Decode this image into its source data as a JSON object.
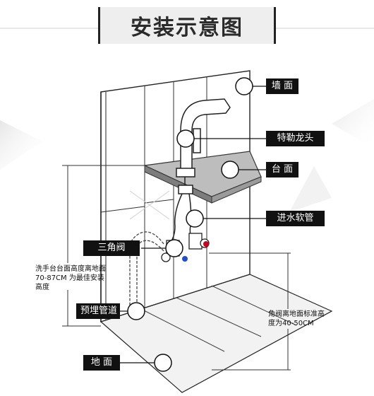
{
  "title": "安装示意图",
  "callouts": {
    "wall": "墙 面",
    "faucet": "特勒龙头",
    "counter": "台 面",
    "inlet_hose": "进水软管",
    "angle_valve": "三角阀",
    "embedded_pipe": "预埋管道",
    "floor": "地 面"
  },
  "notes": {
    "counter_height": "洗手台台面高度离地面70-87CM 为最佳安装高度",
    "valve_height": "角阀离地面标准高度为40-50CM"
  },
  "colors": {
    "label_bg": "#111111",
    "label_text": "#ffffff",
    "hot": "#d0021b",
    "cold": "#1f4fd1"
  }
}
